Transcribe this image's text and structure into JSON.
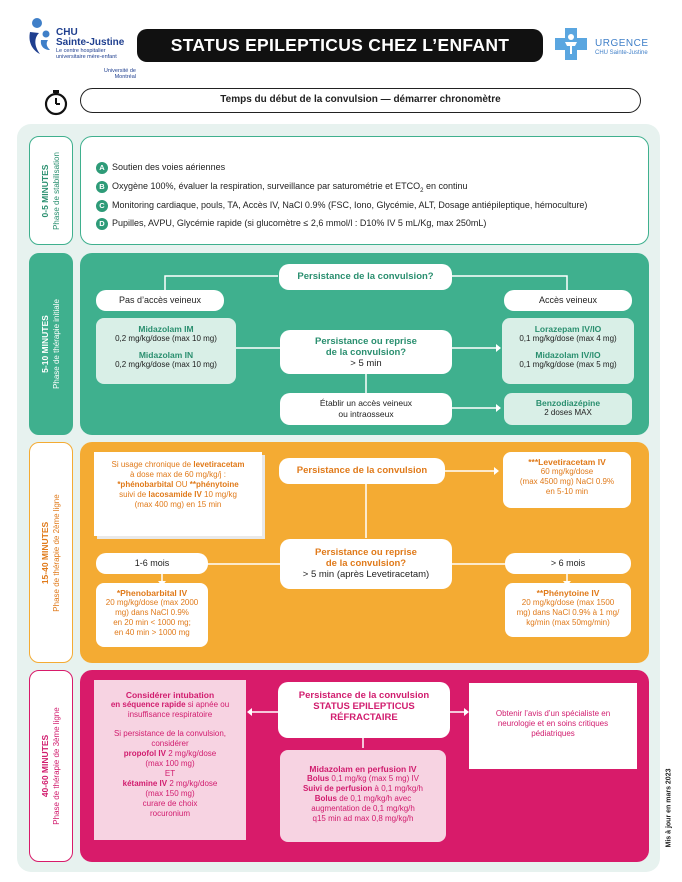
{
  "header": {
    "logo_left": {
      "name_line1": "CHU",
      "name_line2": "Sainte-Justine",
      "tagline": "Le centre hospitalier universitaire mère-enfant",
      "university": "Université de Montréal"
    },
    "title": "STATUS EPILEPTICUS CHEZ L’ENFANT",
    "logo_right": {
      "line1": "URGENCE",
      "line2": "CHU Sainte-Justine"
    }
  },
  "timer": {
    "label": "Temps du début de la convulsion — démarrer chronomètre"
  },
  "colors": {
    "green": "#3fb08e",
    "orange": "#f4ab33",
    "pink": "#d81b6a",
    "outer_bg": "#e7f2ef"
  },
  "section1": {
    "time": "0-5 MINUTES",
    "phase": "Phase de stabilisation",
    "items": [
      {
        "letter": "A",
        "text": "Soutien des voies aériennes"
      },
      {
        "letter": "B",
        "text": "Oxygène 100%, évaluer la respiration, surveillance par saturométrie et ETCO",
        "sub": "2",
        "text_after": " en continu"
      },
      {
        "letter": "C",
        "text": "Monitoring cardiaque, pouls, TA, Accès IV, NaCl 0.9% (FSC, Iono, Glycémie, ALT, Dosage antiépileptique, hémoculture)"
      },
      {
        "letter": "D",
        "text": "Pupilles, AVPU, Glycémie rapide (si glucomètre ≤ 2,6 mmol/l : D10% IV 5 mL/Kg, max 250mL)"
      }
    ]
  },
  "section2": {
    "time": "5-10 MINUTES",
    "phase": "Phase de thérapie initiale",
    "top_question": "Persistance de la convulsion?",
    "left_header": "Pas d’accès veineux",
    "right_header": "Accès veineux",
    "left_card": {
      "drug1": "Midazolam IM",
      "dose1": "0,2 mg/kg/dose (max 10 mg)",
      "drug2": "Midazolam IN",
      "dose2": "0,2 mg/kg/dose (max 10 mg)"
    },
    "right_card1": {
      "drug1": "Lorazepam IV/IO",
      "dose1": "0,1 mg/kg/dose (max 4 mg)",
      "drug2": "Midazolam IV/IO",
      "dose2": "0,1 mg/kg/dose (max 5 mg)"
    },
    "mid_question": {
      "line1": "Persistance ou reprise",
      "line2": "de la convulsion?",
      "line3": "> 5 min"
    },
    "access_box": {
      "line1": "Établir un accès veineux",
      "line2": "ou intraosseux"
    },
    "right_card2": {
      "drug": "Benzodiazépine",
      "dose": "2 doses MAX"
    }
  },
  "section3": {
    "time": "15-40 MINUTES",
    "phase": "Phase de thérapie de 2ème ligne",
    "left_note": {
      "l1": "Si usage chronique de ",
      "l1b": "levetiracetam",
      "l2": "à dose max de 60 mg/kg/j :",
      "l3a": "*phénobarbital",
      "l3b": " OU ",
      "l3c": "**phénytoine",
      "l4a": "suivi de ",
      "l4b": "lacosamide IV",
      "l4c": " 10 mg/kg",
      "l5": "(max 400 mg) en 15 min"
    },
    "top_question": "Persistance de la convulsion",
    "levetiracetam": {
      "drug": "***Levetiracetam IV",
      "l2": "60 mg/kg/dose",
      "l3": "(max 4500 mg) NaCl 0.9%",
      "l4": "en 5-10 min"
    },
    "mid_question": {
      "line1": "Persistance ou reprise",
      "line2": "de la convulsion?",
      "line3": "> 5 min (après Levetiracetam)"
    },
    "left_header": "1-6 mois",
    "right_header": "> 6 mois",
    "pheno": {
      "drug": "*Phenobarbital IV",
      "l2": "20 mg/kg/dose (max 2000",
      "l3": "mg) dans NaCl 0.9%",
      "l4": "en 20 min < 1000 mg;",
      "l5": "en 40 min > 1000 mg"
    },
    "pheny": {
      "drug": "**Phénytoine IV",
      "l2": "20 mg/kg/dose (max 1500",
      "l3": "mg) dans NaCl 0.9% à 1 mg/",
      "l4": "kg/min (max 50mg/min)"
    }
  },
  "section4": {
    "time": "40-60 MINUTES",
    "phase": "Phase de thérapie de 3ème ligne",
    "left_card": {
      "l1": "Considérer intubation",
      "l2a": "en séquence rapide",
      "l2b": " si apnée ou",
      "l3": "insuffisance respiratoire",
      "l4": "Si persistance de la convulsion,",
      "l5": "considérer",
      "l6a": "propofol IV",
      "l6b": " 2 mg/kg/dose",
      "l7": "(max 100 mg)",
      "l8": "ET",
      "l9a": "kétamine IV",
      "l9b": " 2 mg/kg/dose",
      "l10": "(max 150 mg)",
      "l11": "curare de choix",
      "l12": "rocuronium"
    },
    "top_box": {
      "line1": "Persistance de la convulsion",
      "line2": "STATUS EPILEPTICUS",
      "line3": "RÉFRACTAIRE"
    },
    "right_card": {
      "l1": "Obtenir l’avis d’un spécialiste en",
      "l2": "neurologie et en soins critiques",
      "l3": "pédiatriques"
    },
    "midazolam_card": {
      "l1": "Midazolam en perfusion IV",
      "l2a": "Bolus",
      "l2b": " 0,1 mg/kg (max 5 mg) IV",
      "l3a": "Suivi de perfusion",
      "l3b": " à 0,1 mg/kg/h",
      "l4a": "Bolus",
      "l4b": " de 0,1 mg/kg/h avec",
      "l5": "augmentation de 0,1 mg/kg/h",
      "l6": "q15 min ad max 0,8 mg/kg/h"
    }
  },
  "footer": {
    "updated": "Mis à jour en mars 2023"
  }
}
